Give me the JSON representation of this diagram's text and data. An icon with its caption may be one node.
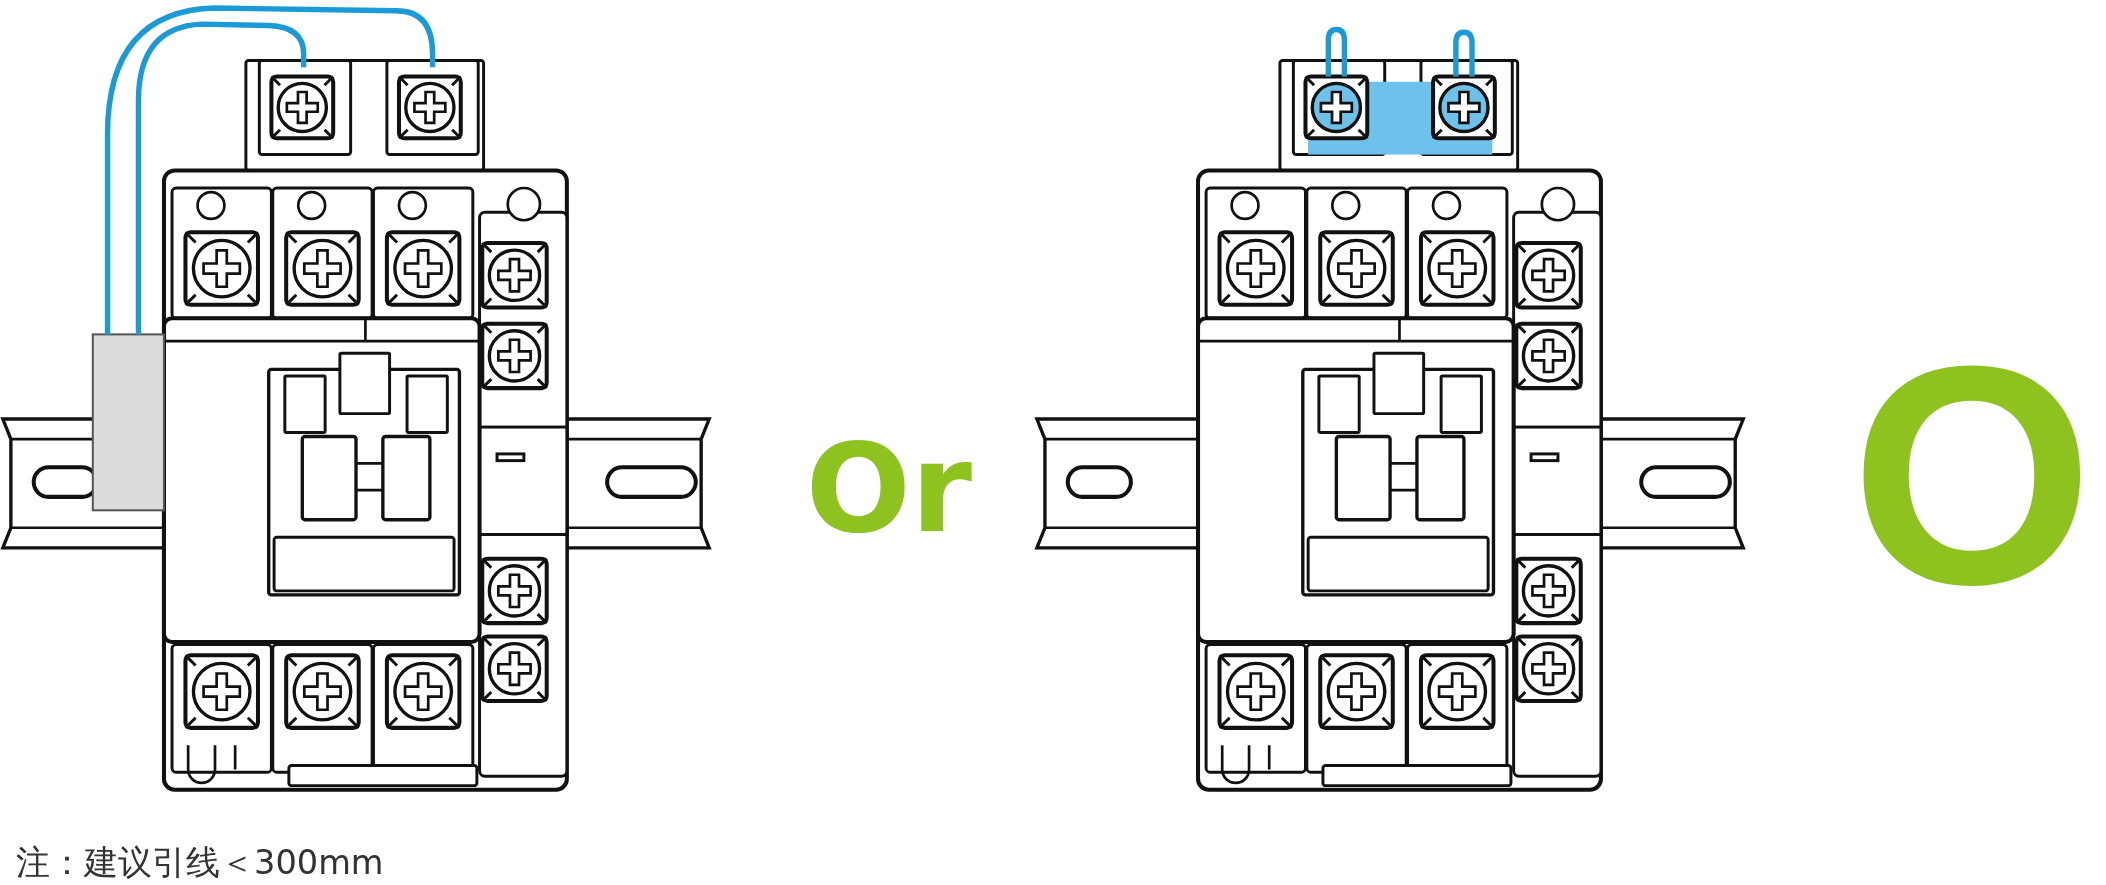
{
  "diagram": {
    "labels": [
      "Or",
      "O",
      "注：建议引线＜300mm"
    ]
  }
}
